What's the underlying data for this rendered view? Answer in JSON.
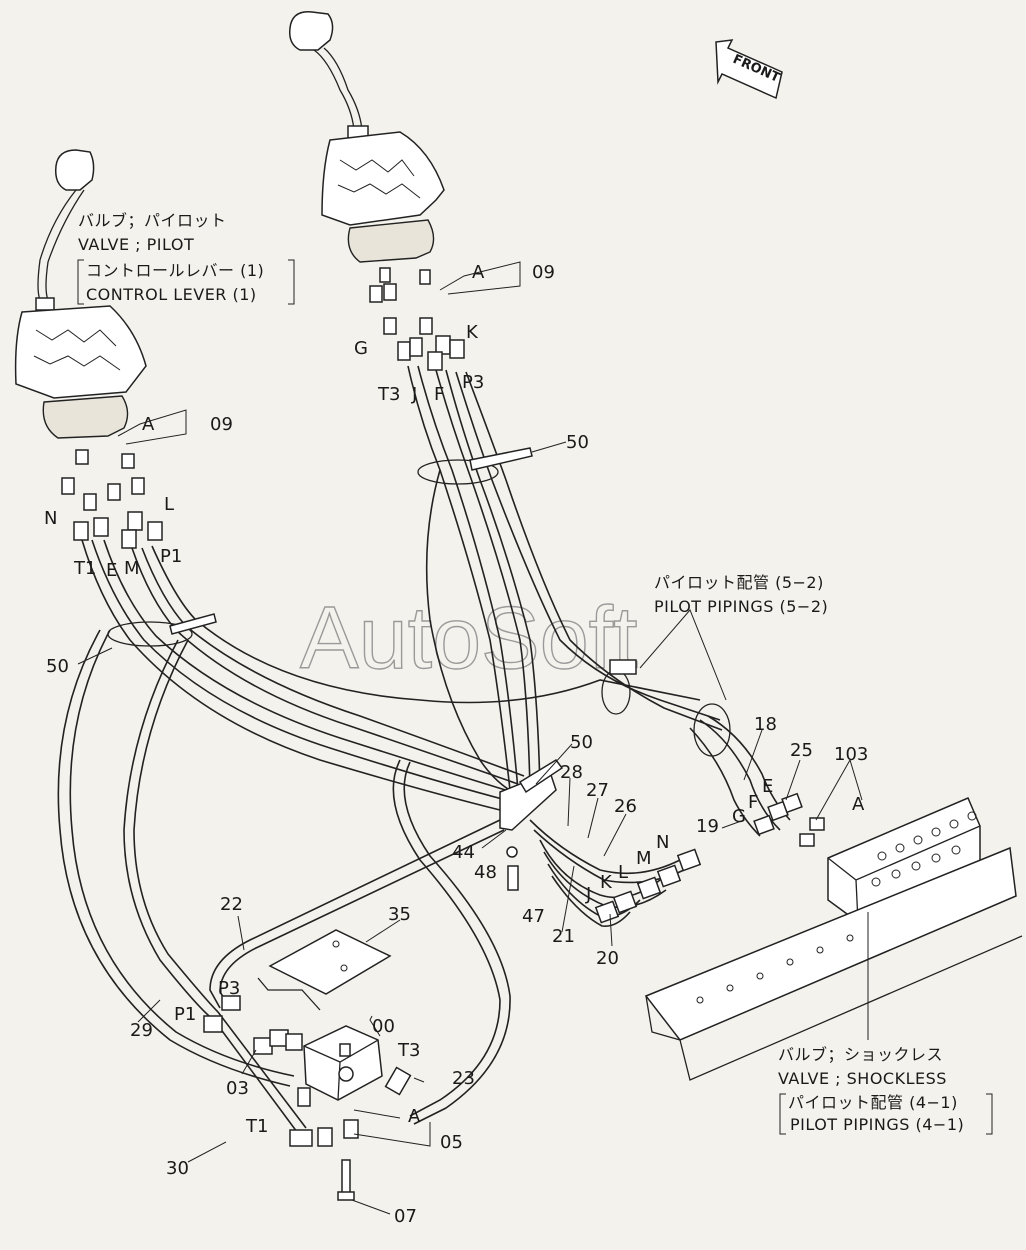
{
  "watermark": "AutoSoft",
  "front_arrow": "FRONT",
  "notes": {
    "left_valve_jp": "バルブ；パイロット",
    "left_valve_en": "VALVE ; PILOT",
    "left_sub_jp": "コントロールレバー (1)",
    "left_sub_en": "CONTROL LEVER (1)",
    "pilot_pipings_jp": "パイロット配管 (5−2)",
    "pilot_pipings_en": "PILOT PIPINGS (5−2)",
    "shockless_jp": "バルブ；ショックレス",
    "shockless_en": "VALVE ; SHOCKLESS",
    "shockless_sub_jp": "パイロット配管 (4−1)",
    "shockless_sub_en": "PILOT PIPINGS (4−1)"
  },
  "ports_right_lever": {
    "a": "A",
    "k": "K",
    "g": "G",
    "t3": "T3",
    "j": "J",
    "f": "F",
    "p3": "P3"
  },
  "ports_left_lever": {
    "a": "A",
    "l": "L",
    "n": "N",
    "t1": "T1",
    "e": "E",
    "m": "M",
    "p1": "P1"
  },
  "ports_right_block": {
    "e": "E",
    "f": "F",
    "g": "G",
    "a": "A",
    "n": "N",
    "m": "M",
    "l": "L",
    "k": "K",
    "j": "J"
  },
  "ports_valve": {
    "p3": "P3",
    "p1": "P1",
    "t3": "T3",
    "t1": "T1",
    "a": "A"
  },
  "part_numbers": {
    "p09_right": "09",
    "p09_left": "09",
    "p50_top": "50",
    "p50_left": "50",
    "p50_mid": "50",
    "p18": "18",
    "p25": "25",
    "p103": "103",
    "p19": "19",
    "p28": "28",
    "p27": "27",
    "p26": "26",
    "p44": "44",
    "p48": "48",
    "p47": "47",
    "p21": "21",
    "p20": "20",
    "p22": "22",
    "p35": "35",
    "p00": "00",
    "p29": "29",
    "p03": "03",
    "p23": "23",
    "p05": "05",
    "p30": "30",
    "p07": "07"
  }
}
